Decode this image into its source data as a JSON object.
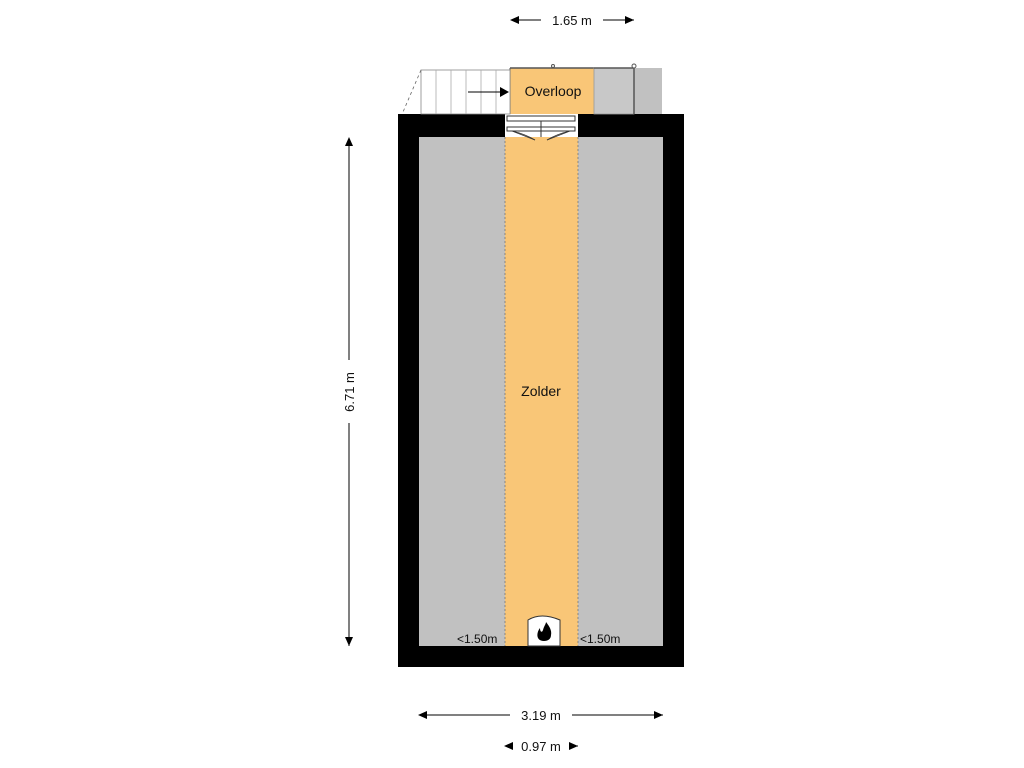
{
  "rooms": {
    "overloop": "Overloop",
    "zolder": "Zolder"
  },
  "dimensions": {
    "top_width": "1.65 m",
    "height": "6.71 m",
    "bottom_width": "3.19 m",
    "bottom_inner_width": "0.97 m"
  },
  "annotations": {
    "low_height_left": "<1.50m",
    "low_height_right": "<1.50m"
  },
  "icons": {
    "heater": "fire-icon",
    "stairs": "stairs-icon",
    "door": "double-door-icon"
  },
  "colors": {
    "wall": "#000000",
    "room_fill": "#f9c677",
    "low_area_fill": "#c1c1c1",
    "background": "#ffffff"
  }
}
